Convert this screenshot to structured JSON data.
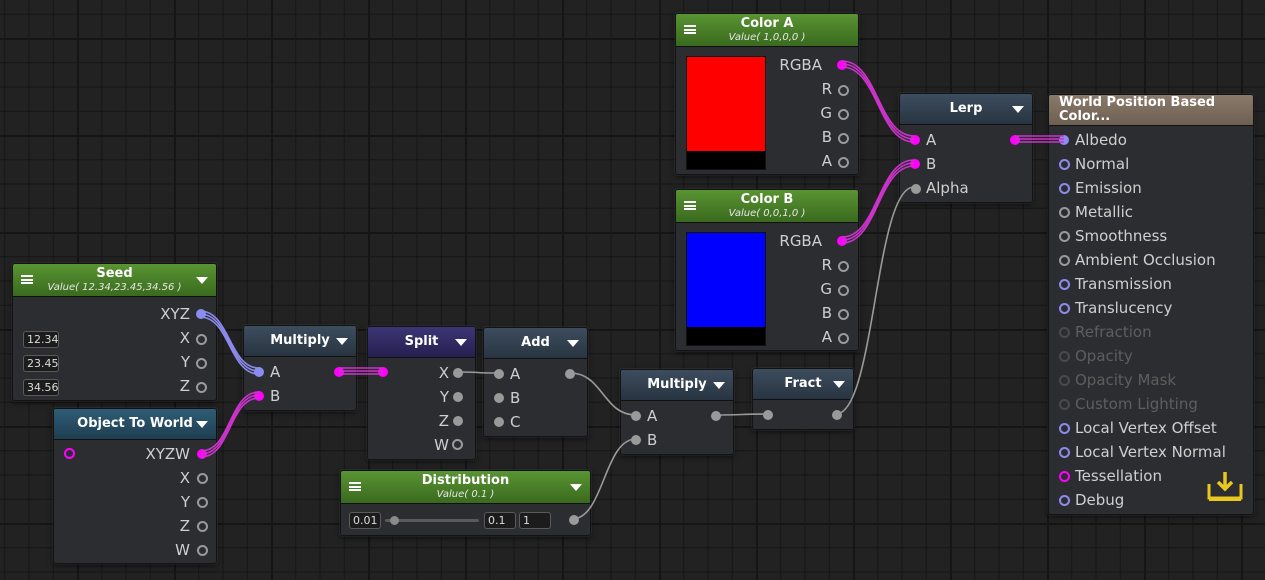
{
  "nodes": {
    "color_a": {
      "title": "Color A",
      "subtitle": "Value( 1,0,0,0 )",
      "swatch": "#ff0000",
      "ports": [
        "RGBA",
        "R",
        "G",
        "B",
        "A"
      ]
    },
    "color_b": {
      "title": "Color B",
      "subtitle": "Value( 0,0,1,0 )",
      "swatch": "#0000ff",
      "ports": [
        "RGBA",
        "R",
        "G",
        "B",
        "A"
      ]
    },
    "lerp": {
      "title": "Lerp",
      "inputs": [
        "A",
        "B",
        "Alpha"
      ]
    },
    "master": {
      "title": "World Position Based Color...",
      "inputs": [
        "Albedo",
        "Normal",
        "Emission",
        "Metallic",
        "Smoothness",
        "Ambient Occlusion",
        "Transmission",
        "Translucency",
        "Refraction",
        "Opacity",
        "Opacity Mask",
        "Custom Lighting",
        "Local Vertex Offset",
        "Local Vertex Normal",
        "Tessellation",
        "Debug"
      ]
    },
    "seed": {
      "title": "Seed",
      "subtitle": "Value( 12.34,23.45,34.56 )",
      "out": "XYZ",
      "ports": [
        "X",
        "Y",
        "Z"
      ],
      "values": [
        "12.34",
        "23.45",
        "34.56"
      ]
    },
    "object_to_world": {
      "title": "Object To World",
      "ports": [
        "XYZW",
        "X",
        "Y",
        "Z",
        "W"
      ]
    },
    "multiply1": {
      "title": "Multiply",
      "inputs": [
        "A",
        "B"
      ]
    },
    "split": {
      "title": "Split",
      "outputs": [
        "X",
        "Y",
        "Z",
        "W"
      ]
    },
    "add": {
      "title": "Add",
      "inputs": [
        "A",
        "B",
        "C"
      ]
    },
    "multiply2": {
      "title": "Multiply",
      "inputs": [
        "A",
        "B"
      ]
    },
    "fract": {
      "title": "Fract"
    },
    "distribution": {
      "title": "Distribution",
      "subtitle": "Value( 0.1 )",
      "min": "0.01",
      "value": "0.1",
      "max": "1",
      "slider_fraction": 0.1
    }
  },
  "colors": {
    "vector_wire": "#cc33cc",
    "float_wire": "#9a9a9a",
    "seed_wire": "#8c8cf0",
    "header_green": "#4a8028",
    "header_blue": "#33404f",
    "header_teal": "#274d63",
    "header_purple": "#312a63",
    "header_brown": "#7d6e60",
    "tessellation_port": "#ff00ff",
    "save_icon": "#e8c81e"
  },
  "icons": [
    "menu-icon",
    "dropdown-icon",
    "save-icon"
  ]
}
